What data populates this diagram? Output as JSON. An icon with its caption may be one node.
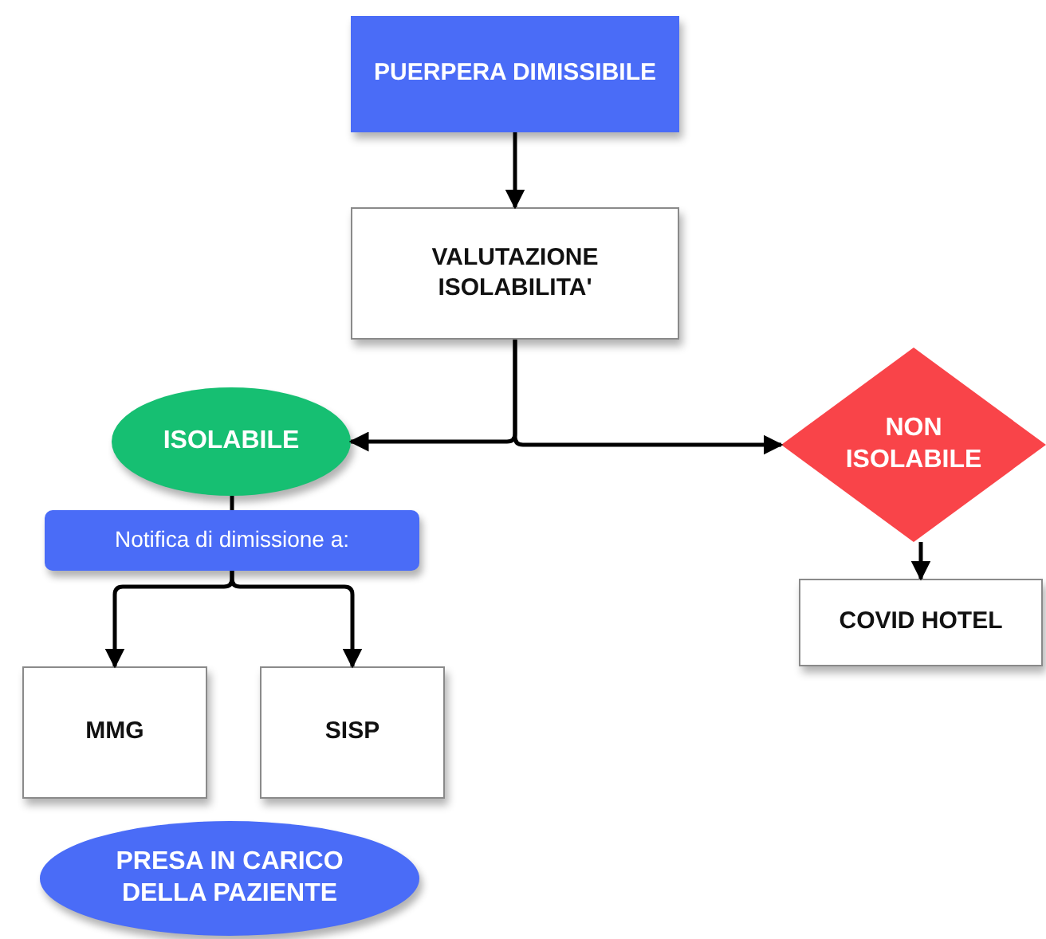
{
  "diagram": {
    "nodes": [
      {
        "text": [
          "PUERPERA DIMISSIBILE"
        ]
      },
      {
        "text": [
          "VALUTAZIONE ISOLABILITA'"
        ]
      },
      {
        "text": [
          "ISOLABILE"
        ]
      },
      {
        "text": [
          "NON ISOLABILE"
        ]
      },
      {
        "text": [
          "Notifica di dimissione a:"
        ]
      },
      {
        "text": [
          "MMG"
        ]
      },
      {
        "text": [
          "SISP"
        ]
      },
      {
        "text": [
          "COVID HOTEL"
        ]
      },
      {
        "text": [
          "PRESA IN CARICO DELLA PAZIENTE"
        ]
      }
    ],
    "edges": [
      {
        "from": 0,
        "to": 1,
        "arrow": "to"
      },
      {
        "from": 1,
        "to": 2,
        "arrow": "to"
      },
      {
        "from": 1,
        "to": 3,
        "arrow": "to"
      },
      {
        "from": 2,
        "to": 4,
        "arrow": "none"
      },
      {
        "from": 4,
        "to": 5,
        "arrow": "to"
      },
      {
        "from": 4,
        "to": 6,
        "arrow": "to"
      },
      {
        "from": 3,
        "to": 7,
        "arrow": "to"
      }
    ]
  }
}
